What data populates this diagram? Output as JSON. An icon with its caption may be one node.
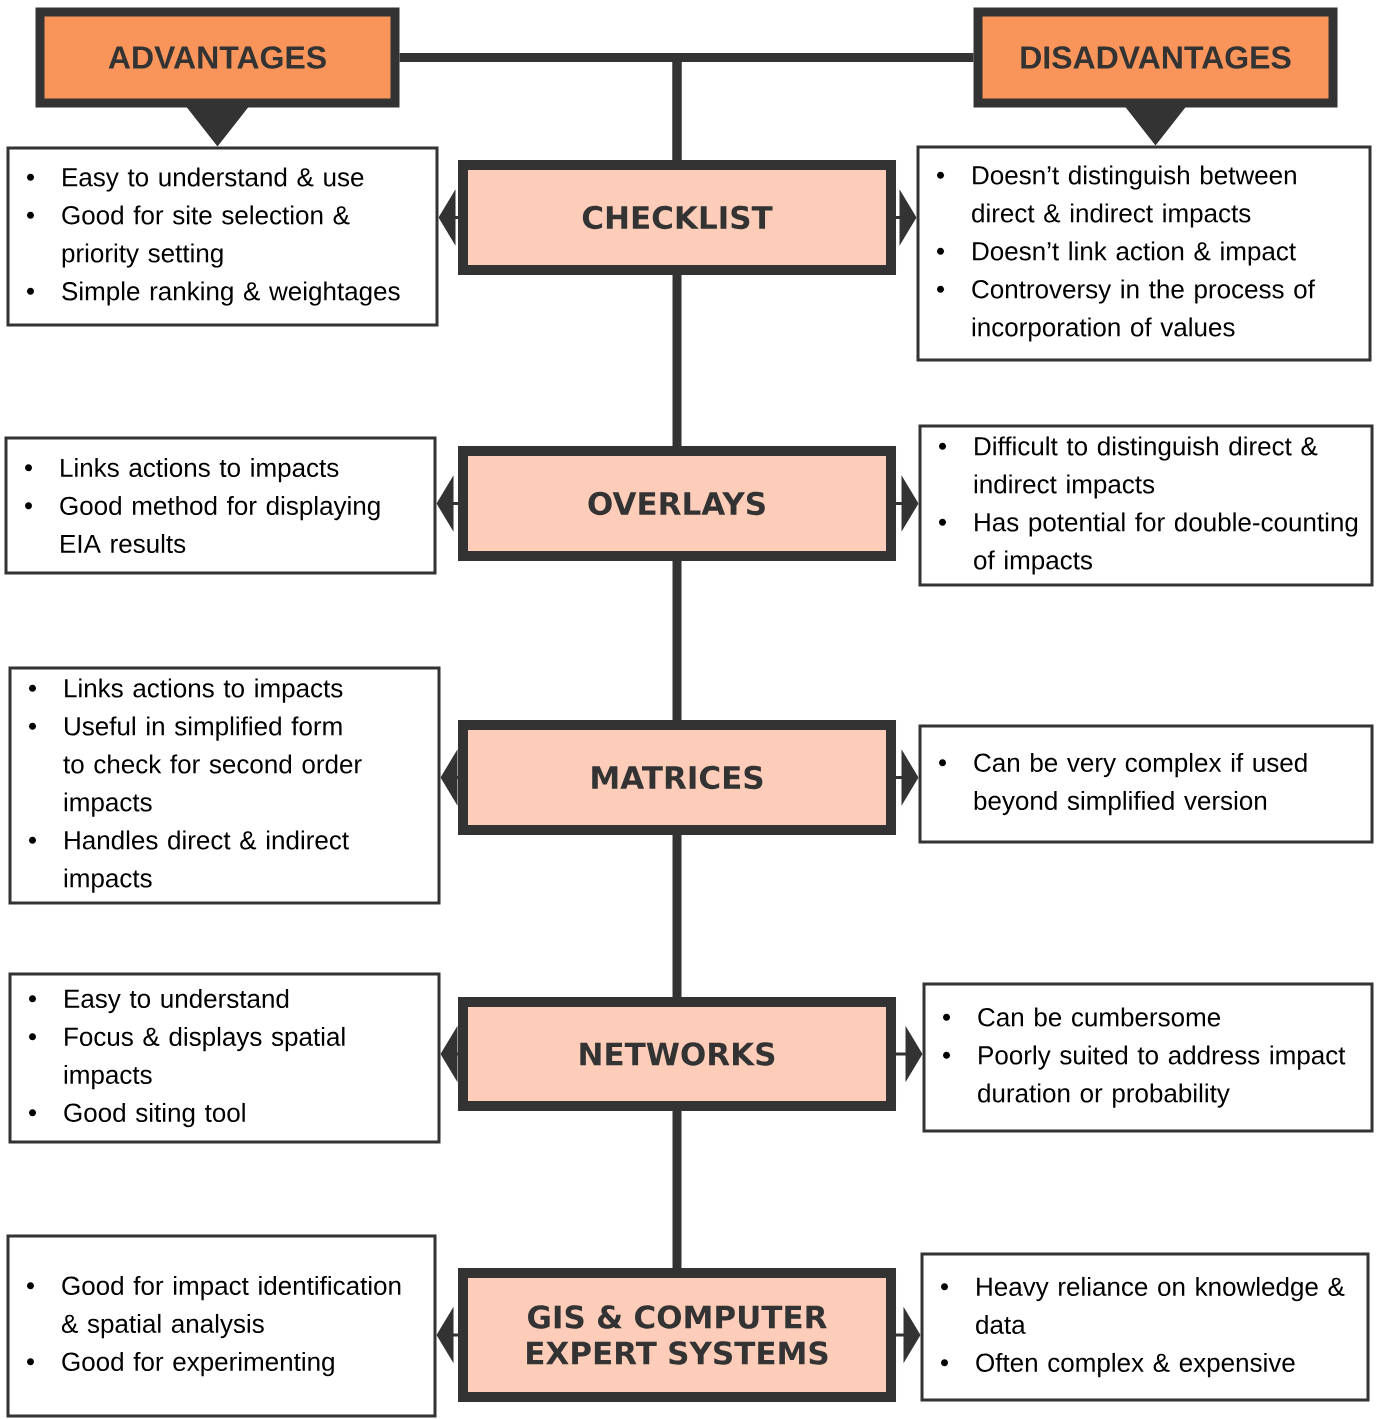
{
  "diagram": {
    "nodes": [
      {
        "text": [
          "ADVANTAGES"
        ]
      },
      {
        "text": [
          "DISADVANTAGES"
        ]
      },
      {
        "text": [
          "CHECKLIST"
        ]
      },
      {
        "text": [
          "Easy to understand & use",
          "Good for site selection & priority setting",
          "Simple ranking & weightages"
        ]
      },
      {
        "text": [
          "Doesn’t distinguish between direct & indirect impacts",
          "Doesn’t link action & impact",
          "Controversy in the process of incorporation of values"
        ]
      },
      {
        "text": [
          "OVERLAYS"
        ]
      },
      {
        "text": [
          "Links actions to impacts",
          "Good method for displaying EIA results"
        ]
      },
      {
        "text": [
          "Difficult to distinguish direct & indirect impacts",
          "Has potential for double-counting of impacts"
        ]
      },
      {
        "text": [
          "MATRICES"
        ]
      },
      {
        "text": [
          "Links actions to impacts",
          "Useful in simplified form to check for second order impacts",
          "Handles direct & indirect impacts"
        ]
      },
      {
        "text": [
          "Can be very complex if used beyond simplified version"
        ]
      },
      {
        "text": [
          "NETWORKS"
        ]
      },
      {
        "text": [
          "Easy to understand",
          "Focus & displays spatial impacts",
          "Good siting tool"
        ]
      },
      {
        "text": [
          "Can be cumbersome",
          "Poorly suited to address impact duration or probability"
        ]
      },
      {
        "text": [
          "GIS & COMPUTER EXPERT SYSTEMS"
        ]
      },
      {
        "text": [
          "Good for impact identification & spatial analysis",
          "Good for experimenting"
        ]
      },
      {
        "text": [
          "Heavy reliance on knowledge & data",
          "Often complex & expensive"
        ]
      }
    ],
    "edges": [
      {
        "from": 0,
        "to": 2,
        "arrow": "none",
        "style": "thick"
      },
      {
        "from": 1,
        "to": 2,
        "arrow": "none",
        "style": "thick"
      },
      {
        "from": 0,
        "to": 3,
        "arrow": "to"
      },
      {
        "from": 1,
        "to": 4,
        "arrow": "to"
      },
      {
        "from": 2,
        "to": 3,
        "arrow": "to"
      },
      {
        "from": 2,
        "to": 4,
        "arrow": "to"
      },
      {
        "from": 2,
        "to": 5,
        "arrow": "none",
        "style": "thick"
      },
      {
        "from": 5,
        "to": 6,
        "arrow": "to"
      },
      {
        "from": 5,
        "to": 7,
        "arrow": "to"
      },
      {
        "from": 5,
        "to": 8,
        "arrow": "none",
        "style": "thick"
      },
      {
        "from": 8,
        "to": 9,
        "arrow": "to"
      },
      {
        "from": 8,
        "to": 10,
        "arrow": "to"
      },
      {
        "from": 8,
        "to": 11,
        "arrow": "none",
        "style": "thick"
      },
      {
        "from": 11,
        "to": 12,
        "arrow": "to"
      },
      {
        "from": 11,
        "to": 13,
        "arrow": "to"
      },
      {
        "from": 11,
        "to": 14,
        "arrow": "none",
        "style": "thick"
      },
      {
        "from": 14,
        "to": 15,
        "arrow": "to"
      },
      {
        "from": 14,
        "to": 16,
        "arrow": "to"
      }
    ]
  }
}
